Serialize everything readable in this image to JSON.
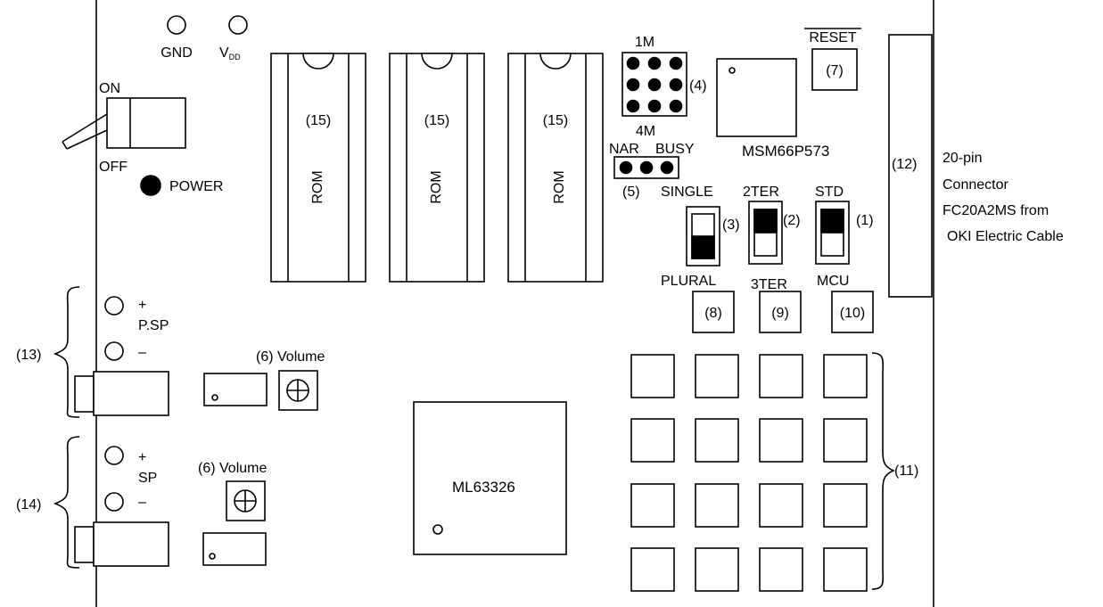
{
  "labels": {
    "gnd": "GND",
    "vdd": "V",
    "vdd_sub": "DD",
    "on": "ON",
    "off": "OFF",
    "power": "POWER",
    "rom_num_1": "(15)",
    "rom_num_2": "(15)",
    "rom_num_3": "(15)",
    "rom_1": "ROM",
    "rom_2": "ROM",
    "rom_3": "ROM",
    "jumper_1m": "1M",
    "jumper_4m": "4M",
    "jumper_4_num": "(4)",
    "nar": "NAR",
    "busy": "BUSY",
    "jumper_5_num": "(5)",
    "mcu_chip": "MSM66P573",
    "reset": "RESET",
    "reset_num": "(7)",
    "connector_num": "(12)",
    "connector_desc": [
      "20-pin",
      "Connector",
      "FC20A2MS from",
      " OKI Electric Cable"
    ],
    "single": "SINGLE",
    "plural": "PLURAL",
    "sw3_num": "(3)",
    "ter2": "2TER",
    "ter3": "3TER",
    "sw2_num": "(2)",
    "std": "STD",
    "mcu": "MCU",
    "sw1_num": "(1)",
    "btn8": "(8)",
    "btn9": "(9)",
    "btn10": "(10)",
    "psp_plus": "+",
    "psp_label": "P.SP",
    "psp_minus": "–",
    "psp_num": "(13)",
    "volume_top": "(6) Volume",
    "sp_plus": "+",
    "sp_label": "SP",
    "sp_minus": "–",
    "sp_num": "(14)",
    "volume_bottom": "(6) Volume",
    "synth_chip": "ML63326",
    "keypad_num": "(11)"
  }
}
